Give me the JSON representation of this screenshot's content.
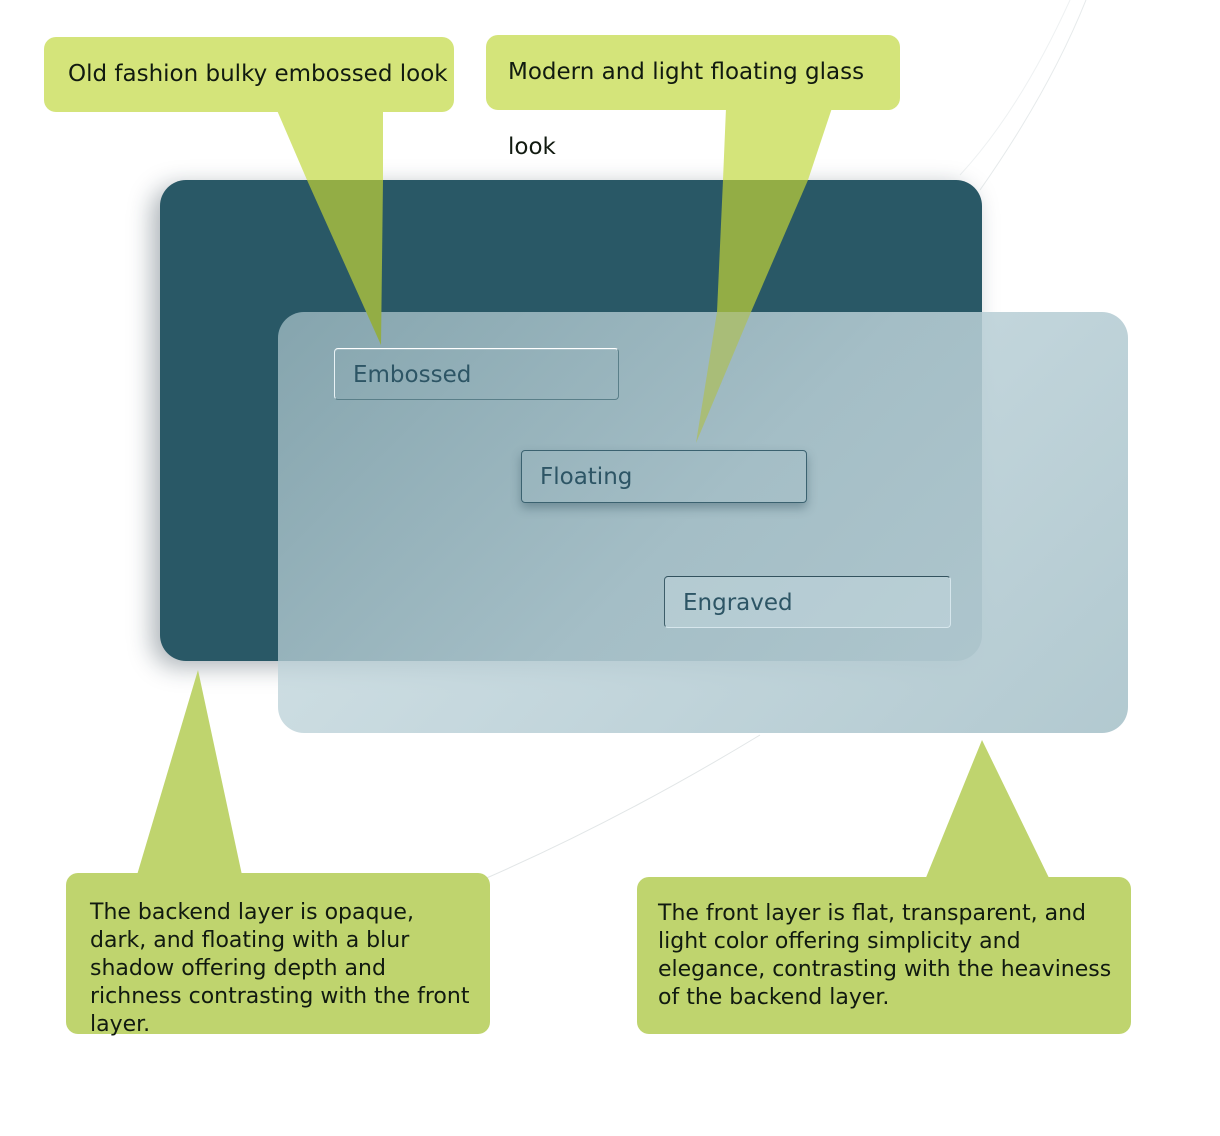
{
  "fields": {
    "embossed": "Embossed",
    "floating": "Floating",
    "engraved": "Engraved"
  },
  "callouts": {
    "embossed_look": "Old fashion bulky embossed look",
    "glass_look": "Modern and light floating glass look",
    "backend_layer": "The backend layer is opaque, dark, and floating with a blur shadow offering depth and richness contrasting with the front layer.",
    "front_layer": "The front layer is flat, transparent, and light color offering simplicity and elegance, contrasting with the heaviness of the backend layer."
  },
  "colors": {
    "backend_layer": "#295866",
    "front_layer": "#b7cdd3",
    "callout_upper": "#d4e47a",
    "callout_lower": "#bfd46e",
    "callout_pointer_overlap": "#93ad45",
    "field_text": "#2d5565"
  }
}
